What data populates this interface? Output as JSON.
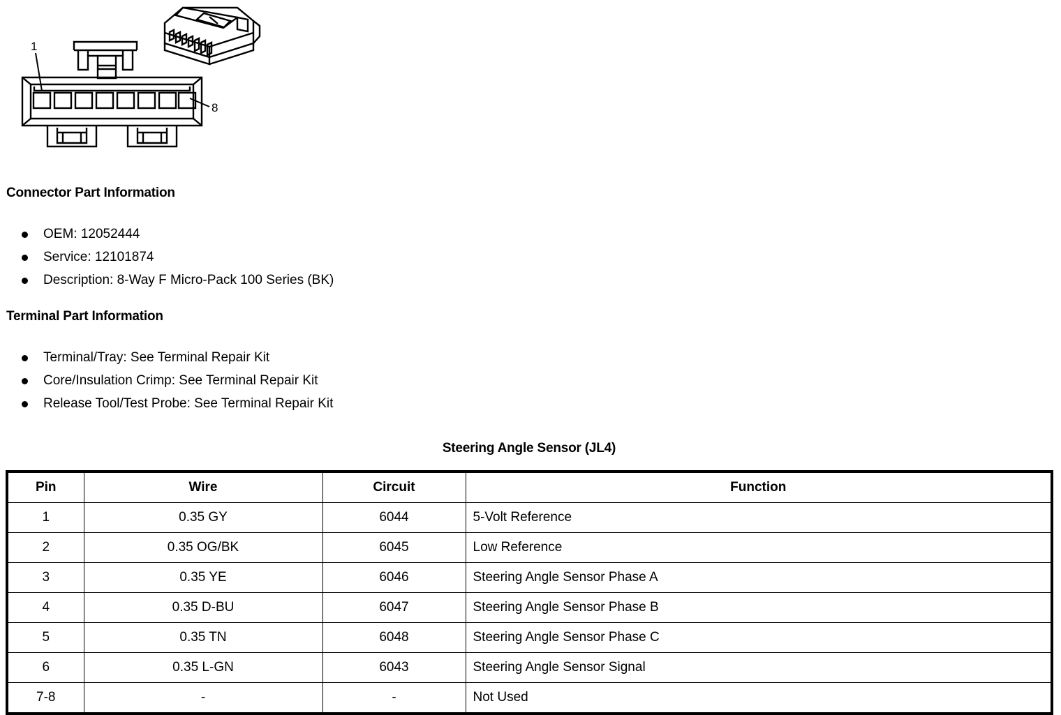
{
  "illustration": {
    "name": "8-way-connector-diagram",
    "front_view_label": "front-face-view",
    "iso_view_label": "isometric-view",
    "callouts": [
      {
        "label": "1",
        "target": "cavity-1"
      },
      {
        "label": "8",
        "target": "cavity-8"
      }
    ],
    "cavity_count": 8
  },
  "connector_part": {
    "heading": "Connector Part Information",
    "items": [
      "OEM: 12052444",
      "Service: 12101874",
      "Description: 8-Way F Micro-Pack 100 Series (BK)"
    ]
  },
  "terminal_part": {
    "heading": "Terminal Part Information",
    "items": [
      "Terminal/Tray: See Terminal Repair Kit",
      "Core/Insulation Crimp: See Terminal Repair Kit",
      "Release Tool/Test Probe: See Terminal Repair Kit"
    ]
  },
  "pinout": {
    "title": "Steering Angle Sensor (JL4)",
    "columns": [
      "Pin",
      "Wire",
      "Circuit",
      "Function"
    ],
    "rows": [
      {
        "pin": "1",
        "wire": "0.35 GY",
        "circuit": "6044",
        "function": "5-Volt Reference"
      },
      {
        "pin": "2",
        "wire": "0.35 OG/BK",
        "circuit": "6045",
        "function": "Low Reference"
      },
      {
        "pin": "3",
        "wire": "0.35 YE",
        "circuit": "6046",
        "function": "Steering Angle Sensor Phase A"
      },
      {
        "pin": "4",
        "wire": "0.35 D-BU",
        "circuit": "6047",
        "function": "Steering Angle Sensor Phase B"
      },
      {
        "pin": "5",
        "wire": "0.35 TN",
        "circuit": "6048",
        "function": "Steering Angle Sensor Phase C"
      },
      {
        "pin": "6",
        "wire": "0.35 L-GN",
        "circuit": "6043",
        "function": "Steering Angle Sensor Signal"
      },
      {
        "pin": "7-8",
        "wire": "-",
        "circuit": "-",
        "function": "Not Used"
      }
    ]
  },
  "colors": {
    "ink": "#000000",
    "paper": "#ffffff"
  }
}
